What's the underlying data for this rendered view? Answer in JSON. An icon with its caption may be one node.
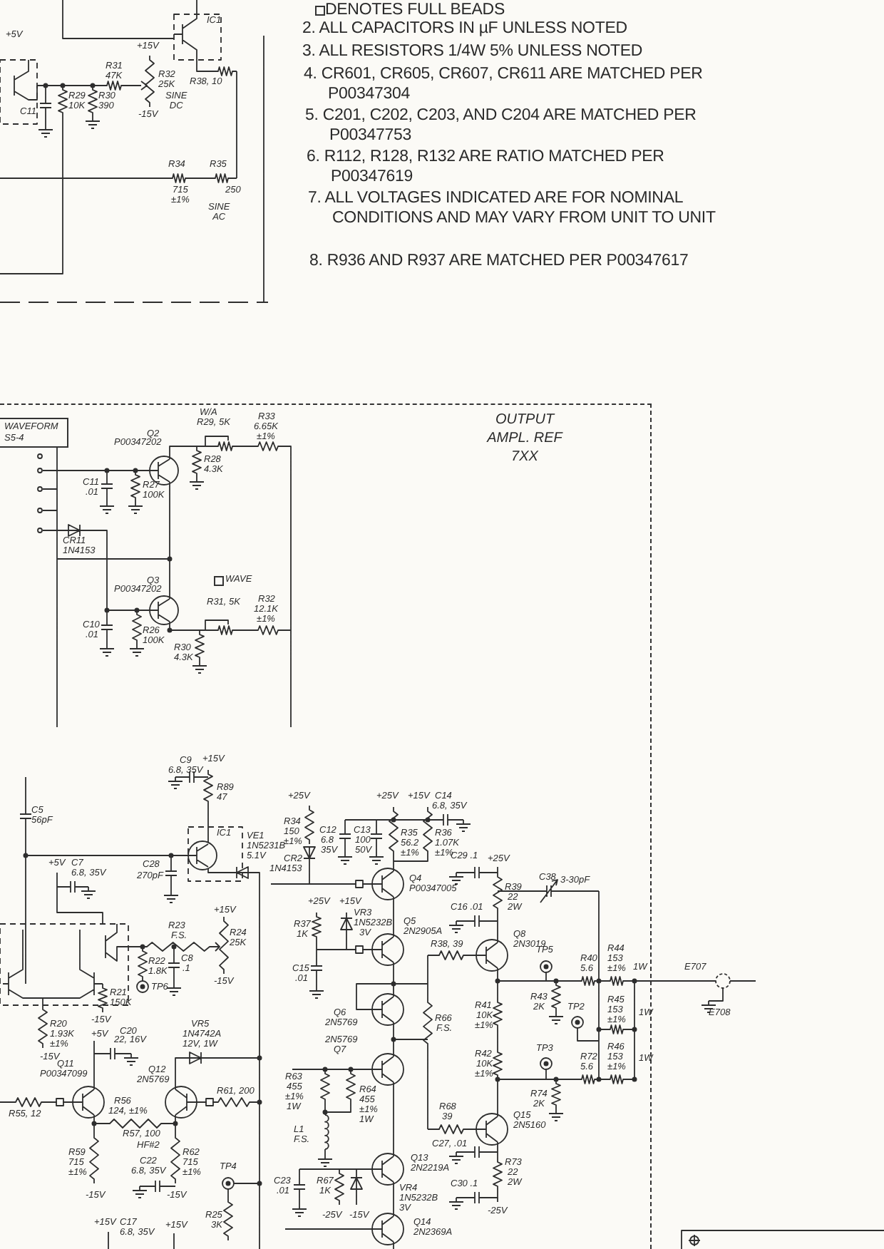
{
  "diagram": {
    "nodes": [
      {
        "text": [
          "OUTPUT AMPL. REF 7XX"
        ]
      },
      {
        "text": [
          "WAVEFORM",
          "S5-4"
        ],
        "in": 0
      }
    ],
    "labels": [
      "DENOTES FULL BEADS",
      "2. ALL CAPACITORS IN µF UNLESS NOTED",
      "3. ALL RESISTORS 1/4W 5% UNLESS NOTED",
      "4. CR601, CR605, CR607, CR611 ARE MATCHED PER P00347304",
      "5. C201, C202, C203, AND C204 ARE MATCHED PER P00347753",
      "6. R112, R128, R132 ARE RATIO MATCHED PER P00347619",
      "7. ALL VOLTAGES INDICATED ARE FOR NOMINAL CONDITIONS AND MAY VARY FROM UNIT TO UNIT",
      "8. R936 AND R937 ARE MATCHED PER P00347617",
      "+5V",
      "IC1",
      "+15V",
      "R31",
      "47K",
      "R32",
      "25K",
      "SINE DC",
      "-15V",
      "R38, 10",
      "R29",
      "10K",
      "R30",
      "390",
      "C11",
      "R34",
      "715",
      "±1%",
      "R35",
      "250",
      "SINE AC",
      "W/A",
      "R29, 5K",
      "R33",
      "6.65K",
      "±1%",
      "Q2",
      "P00347202",
      "R28",
      "4.3K",
      "C11",
      ".01",
      "R27",
      "100K",
      "CR11",
      "1N4153",
      "WAVE",
      "Q3",
      "P00347202",
      "R31, 5K",
      "R32",
      "12.1K",
      "±1%",
      "C10",
      ".01",
      "R26",
      "100K",
      "R30",
      "4.3K",
      "C9",
      "+15V",
      "6.8, 35V",
      "R89",
      "47",
      "C5",
      "56pF",
      "IC1",
      "VE1",
      "1N5231B",
      "5.1V",
      "C28",
      "270pF",
      "+5V",
      "C7",
      "6.8, 35V",
      "R23",
      "F.S.",
      "+15V",
      "R24",
      "25K",
      "-15V",
      "R22",
      "1.8K",
      "TP6",
      "C8",
      ".1",
      "R21",
      "150K",
      "R20",
      "1.93K",
      "±1%",
      "-15V",
      "+5V",
      "C20",
      "22, 16V",
      "-15V",
      "VR5",
      "1N4742A",
      "12V, 1W",
      "Q11",
      "P00347099",
      "Q12",
      "2N5769",
      "R61, 200",
      "R55, 12",
      "R56",
      "124, ±1%",
      "R57, 100",
      "HF#2",
      "R59",
      "715",
      "±1%",
      "R62",
      "715",
      "±1%",
      "C22",
      "6.8, 35V",
      "-15V",
      "-15V",
      "TP4",
      "R25",
      "3K",
      "+15V",
      "C17",
      "6.8, 35V",
      "+15V",
      "C23",
      ".01",
      "+25V",
      "R34",
      "150",
      "±1%",
      "CR2",
      "1N4153",
      "+25V",
      "+15V",
      "C14",
      "6.8, 35V",
      "C12",
      "6.8",
      "35V",
      "C13",
      "100",
      "50V",
      "R35",
      "56.2",
      "±1%",
      "R36",
      "1.07K",
      "±1%",
      "C29 .1",
      "+25V",
      "R39",
      "22",
      "C16 .01",
      "2W",
      "Q4",
      "P00347005",
      "+25V",
      "+15V",
      "R37",
      "1K",
      "VR3",
      "1N5232B",
      "3V",
      "Q5",
      "2N2905A",
      "R38, 39",
      "Q8",
      "2N3019",
      "C15",
      ".01",
      "TP5",
      "Q6",
      "2N5769",
      "R41",
      "10K",
      "±1%",
      "R66",
      "F.S.",
      "2N5769",
      "Q7",
      "R42",
      "10K",
      "±1%",
      "R63",
      "455",
      "±1%",
      "1W",
      "R64",
      "455",
      "±1%",
      "1W",
      "R68",
      "39",
      "L1",
      "F.S.",
      "Q15",
      "2N5160",
      "C27, .01",
      "R73",
      "22",
      "C30 .1",
      "2W",
      "-25V",
      "Q13",
      "2N2219A",
      "VR4",
      "1N5232B",
      "3V",
      "R67",
      "1K",
      "-25V",
      "-15V",
      "Q14",
      "2N2369A",
      "C38",
      "3-30pF",
      "R40",
      "5.6",
      "R44",
      "153",
      "±1%",
      "1W",
      "R43",
      "2K",
      "TP2",
      "R45",
      "153",
      "±1%",
      "1W",
      "TP3",
      "R72",
      "5.6",
      "R46",
      "153",
      "±1%",
      "1W",
      "R74",
      "2K",
      "E707",
      "E708"
    ]
  }
}
